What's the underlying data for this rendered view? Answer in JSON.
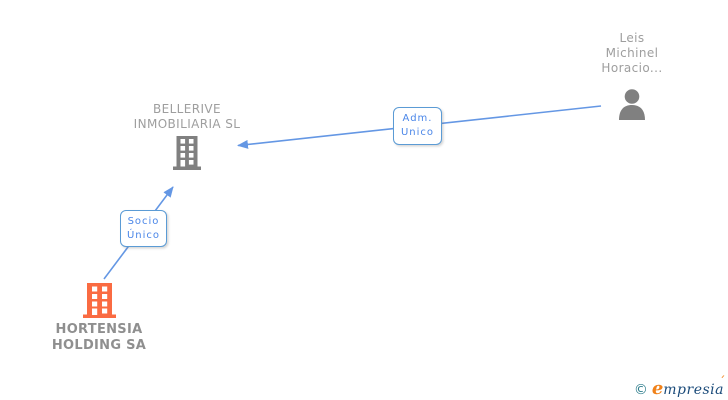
{
  "diagram": {
    "person": {
      "name_lines": [
        "Leis",
        "Michinel",
        "Horacio..."
      ]
    },
    "company_top": {
      "name_lines": [
        "BELLERIVE",
        "INMOBILIARIA SL"
      ]
    },
    "company_bottom": {
      "name_lines": [
        "HORTENSIA",
        "HOLDING SA"
      ]
    },
    "edges": [
      {
        "id": "adm-unico",
        "label_lines": [
          "Adm.",
          "Unico"
        ]
      },
      {
        "id": "socio-unico",
        "label_lines": [
          "Socio",
          "Único"
        ]
      }
    ],
    "colors": {
      "edge_blue": "#4a85e0",
      "box_border_blue": "#5b9bd5",
      "label_text_blue": "#4a86e8",
      "node_gray": "#808080",
      "text_gray": "#9e9e9e",
      "building_orange": "#fa6b42"
    }
  },
  "watermark": {
    "symbol": "©",
    "brand_first_letter": "e",
    "brand_rest": "mpresia",
    "accent": "´"
  }
}
